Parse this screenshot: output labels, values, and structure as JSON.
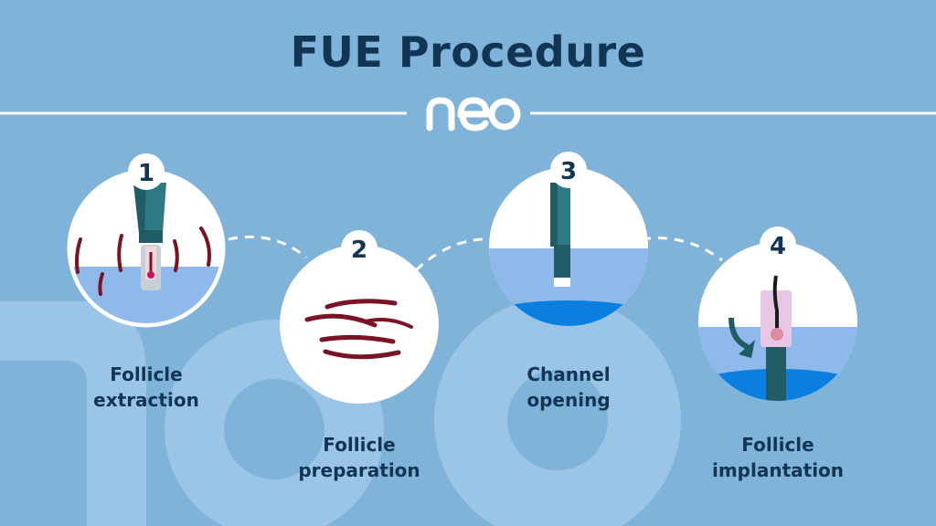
{
  "header": {
    "title": "FUE Procedure",
    "brand": "neo"
  },
  "steps": [
    {
      "number": "1",
      "line1": "Follicle",
      "line2": "extraction"
    },
    {
      "number": "2",
      "line1": "Follicle",
      "line2": "preparation"
    },
    {
      "number": "3",
      "line1": "Channel",
      "line2": "opening"
    },
    {
      "number": "4",
      "line1": "Follicle",
      "line2": "implantation"
    }
  ],
  "colors": {
    "background": "#7fb3d9",
    "text": "#123554",
    "tool": "#2d7a86",
    "follicle": "#7a1424",
    "skin": "#8fb9ea",
    "skin_deep": "#0a7fe0"
  }
}
